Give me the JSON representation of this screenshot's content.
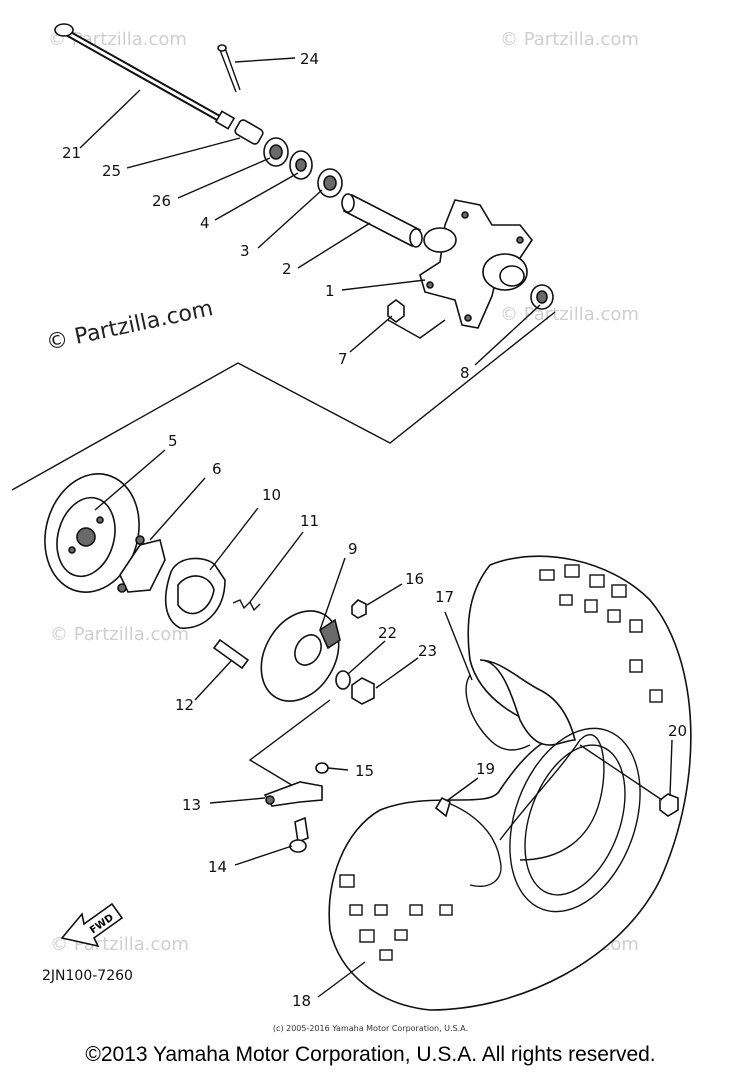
{
  "watermark": "© Partzilla.com",
  "callouts": [
    "24",
    "21",
    "25",
    "26",
    "4",
    "3",
    "2",
    "1",
    "7",
    "8",
    "5",
    "6",
    "10",
    "11",
    "9",
    "16",
    "17",
    "22",
    "23",
    "12",
    "15",
    "13",
    "14",
    "19",
    "20",
    "18"
  ],
  "fwd_label": "FWD",
  "diagram_code": "2JN100-7260",
  "footer": {
    "small": "(c) 2005-2016 Yamaha Motor Corporation, U.S.A.",
    "main": "©2013 Yamaha Motor Corporation, U.S.A. All rights reserved."
  }
}
